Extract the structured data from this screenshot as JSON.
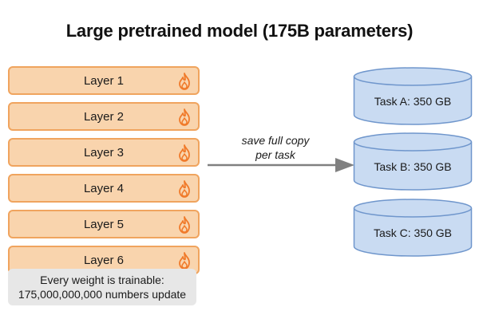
{
  "title": "Large pretrained model (175B parameters)",
  "layers": [
    {
      "label": "Layer 1",
      "icon": "flame-icon"
    },
    {
      "label": "Layer 2",
      "icon": "flame-icon"
    },
    {
      "label": "Layer 3",
      "icon": "flame-icon"
    },
    {
      "label": "Layer 4",
      "icon": "flame-icon"
    },
    {
      "label": "Layer 5",
      "icon": "flame-icon"
    },
    {
      "label": "Layer 6",
      "icon": "flame-icon"
    }
  ],
  "note": {
    "line1": "Every weight is trainable:",
    "line2": "175,000,000,000 numbers update"
  },
  "arrow": {
    "line1": "save full copy",
    "line2": "per task"
  },
  "tasks": [
    {
      "label": "Task A: 350 GB"
    },
    {
      "label": "Task B: 350 GB"
    },
    {
      "label": "Task C: 350 GB"
    }
  ],
  "colors": {
    "layer_fill": "#f9d4ad",
    "layer_border": "#f0a45e",
    "flame": "#f07a2a",
    "cylinder_fill": "#c9dbf2",
    "cylinder_border": "#6f96cc",
    "arrow": "#808080",
    "note_fill": "#e7e7e7"
  }
}
